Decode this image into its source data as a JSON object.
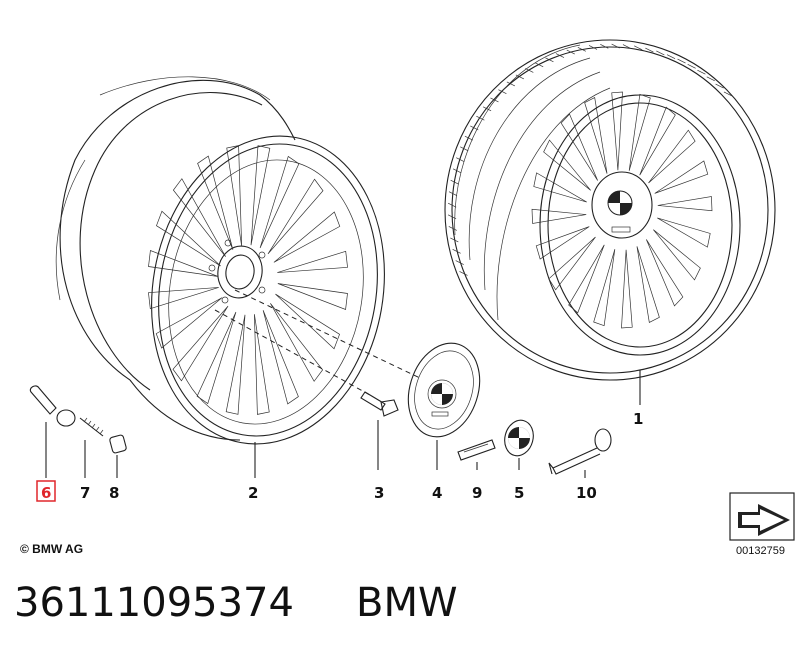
{
  "parts": [
    {
      "id": "label-1",
      "text": "1"
    },
    {
      "id": "label-2",
      "text": "2"
    },
    {
      "id": "label-3",
      "text": "3"
    },
    {
      "id": "label-4",
      "text": "4"
    },
    {
      "id": "label-5",
      "text": "5"
    },
    {
      "id": "label-6",
      "text": "6"
    },
    {
      "id": "label-7",
      "text": "7"
    },
    {
      "id": "label-8",
      "text": "8"
    },
    {
      "id": "label-9",
      "text": "9"
    },
    {
      "id": "label-10",
      "text": "10"
    }
  ],
  "highlighted_part": "6",
  "highlight_color": "#e0262b",
  "copyright": "© BMW AG",
  "drawing_number": "00132759",
  "part_number": "36111095374",
  "brand": "BMW"
}
